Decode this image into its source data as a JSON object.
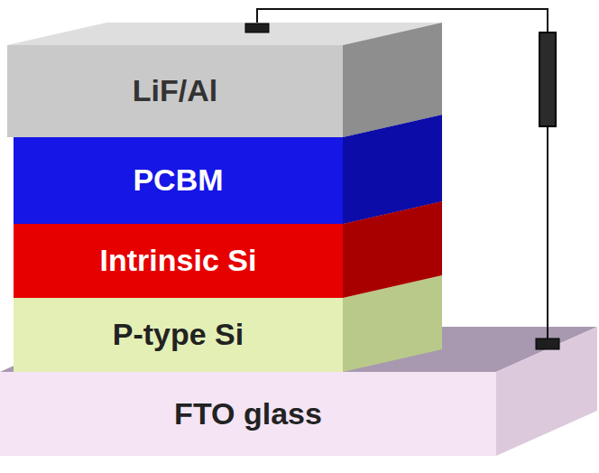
{
  "diagram": {
    "nodes": [
      {
        "text": [
          "LiF/Al"
        ]
      },
      {
        "text": [
          "PCBM"
        ]
      },
      {
        "text": [
          "Intrinsic Si"
        ]
      },
      {
        "text": [
          "P-type Si"
        ]
      },
      {
        "text": [
          "FTO glass"
        ]
      }
    ],
    "edges": [
      {
        "from": 0,
        "to": 4,
        "arrow": "none"
      }
    ]
  }
}
